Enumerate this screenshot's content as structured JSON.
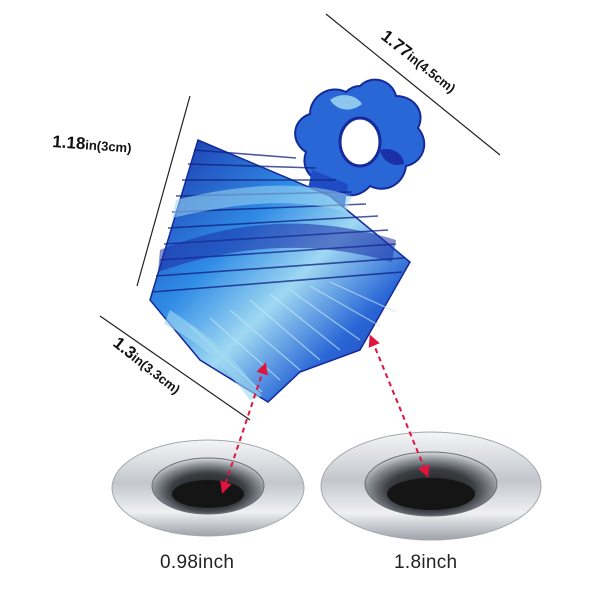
{
  "dimensions": {
    "top": {
      "value": "1.77",
      "unit": "in",
      "metric": "(4.5cm)"
    },
    "left": {
      "value": "1.18",
      "unit": "in",
      "metric": "(3cm)"
    },
    "bottom": {
      "value": "1.3",
      "unit": "in",
      "metric": "(3.3cm)"
    }
  },
  "drains": {
    "small": {
      "caption": "0.98inch"
    },
    "large": {
      "caption": "1.8inch"
    }
  },
  "colors": {
    "dimension_line": "#222222",
    "arrow": "#e0143c",
    "silicone_dark": "#1b2fa6",
    "silicone_mid": "#2f8be6",
    "silicone_light": "#9fd8f2",
    "chrome": "#c9ccd1"
  }
}
